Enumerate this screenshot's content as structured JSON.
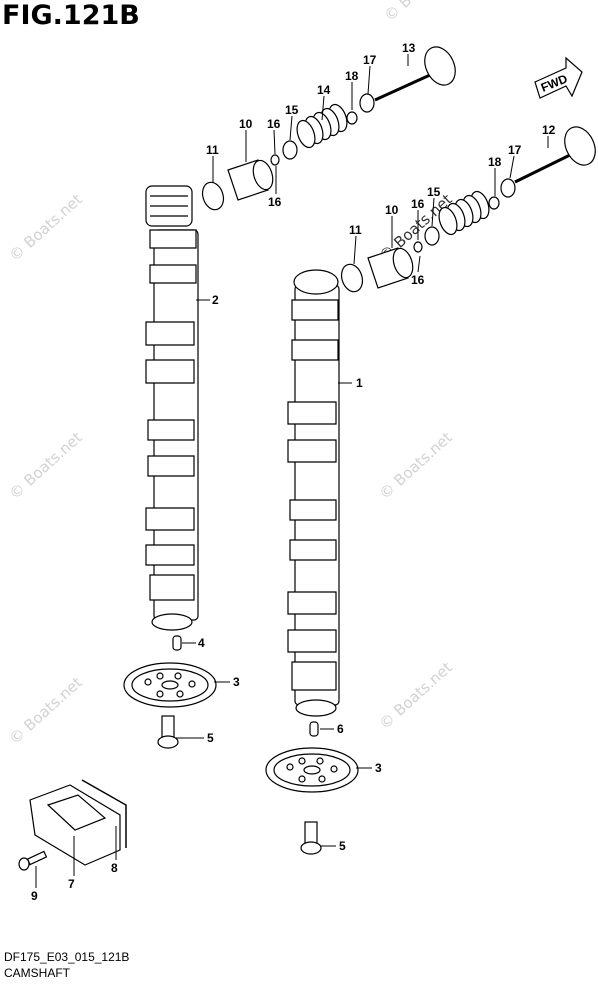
{
  "figure": {
    "title": "FIG.121B",
    "code": "DF175_E03_015_121B",
    "caption": "CAMSHAFT"
  },
  "direction_label": "FWD",
  "watermark": "© Boats.net",
  "callouts": {
    "c13": "13",
    "c17a": "17",
    "c18a": "18",
    "c14": "14",
    "c15a": "15",
    "c16a": "16",
    "c10a": "10",
    "c11a": "11",
    "c16b": "16",
    "c12": "12",
    "c17b": "17",
    "c18b": "18",
    "c15b": "15",
    "c16c": "16",
    "c10b": "10",
    "c11b": "11",
    "c16d": "16",
    "c2": "2",
    "c1": "1",
    "c4": "4",
    "c3a": "3",
    "c5a": "5",
    "c6": "6",
    "c3b": "3",
    "c5b": "5",
    "c7": "7",
    "c8": "8",
    "c9": "9"
  },
  "colors": {
    "line": "#000000",
    "watermark": "#d2d2d2"
  }
}
